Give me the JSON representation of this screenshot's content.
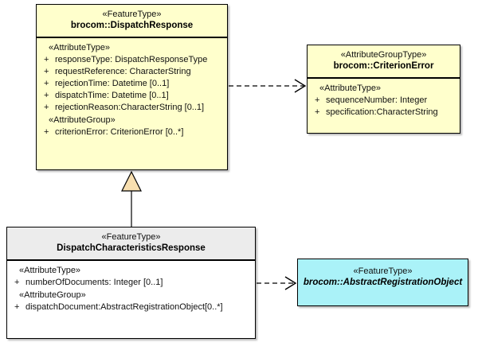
{
  "diagram": {
    "type": "uml-class-diagram",
    "background": "#ffffff"
  },
  "colors": {
    "feature_type_fill": "#ffffcc",
    "attribute_group_type_fill": "#ffffcc",
    "abstract_fill": "#aaf2f8",
    "subclass_header_fill": "#ececec",
    "subclass_body_fill": "#ffffff",
    "generalization_triangle_fill": "#f8dfb0",
    "line": "#000000"
  },
  "classes": {
    "dispatch_response": {
      "stereotype": "«FeatureType»",
      "name": "brocom::DispatchResponse",
      "compartments": [
        {
          "group_label": "«AttributeType»",
          "attributes": [
            {
              "visibility": "+",
              "text": "responseType: DispatchResponseType"
            },
            {
              "visibility": "+",
              "text": "requestReference: CharacterString"
            },
            {
              "visibility": "+",
              "text": "rejectionTime: Datetime [0..1]"
            },
            {
              "visibility": "+",
              "text": "dispatchTime: Datetime [0..1]"
            },
            {
              "visibility": "+",
              "text": "rejectionReason:CharacterString [0..1]"
            }
          ]
        },
        {
          "group_label": "«AttributeGroup»",
          "attributes": [
            {
              "visibility": "+",
              "text": "criterionError: CriterionError [0..*]"
            }
          ]
        }
      ]
    },
    "criterion_error": {
      "stereotype": "«AttributeGroupType»",
      "name": "brocom::CriterionError",
      "compartments": [
        {
          "group_label": "«AttributeType»",
          "attributes": [
            {
              "visibility": "+",
              "text": "sequenceNumber: Integer"
            },
            {
              "visibility": "+",
              "text": "specification:CharacterString"
            }
          ]
        }
      ]
    },
    "dispatch_characteristics_response": {
      "stereotype": "«FeatureType»",
      "name": "DispatchCharacteristicsResponse",
      "compartments": [
        {
          "group_label": "«AttributeType»",
          "attributes": [
            {
              "visibility": "+",
              "text": "numberOfDocuments: Integer [0..1]"
            }
          ]
        },
        {
          "group_label": "«AttributeGroup»",
          "attributes": [
            {
              "visibility": "+",
              "text": "dispatchDocument:AbstractRegistrationObject[0..*]"
            }
          ]
        }
      ]
    },
    "abstract_registration_object": {
      "stereotype": "«FeatureType»",
      "name": "brocom::AbstractRegistrationObject",
      "compartments": []
    }
  },
  "relationships": [
    {
      "kind": "dependency",
      "style": "dashed-open-arrow",
      "from": "dispatch_response",
      "to": "criterion_error"
    },
    {
      "kind": "generalization",
      "style": "solid-hollow-triangle",
      "from": "dispatch_characteristics_response",
      "to": "dispatch_response"
    },
    {
      "kind": "dependency",
      "style": "dashed-open-arrow",
      "from": "dispatch_characteristics_response",
      "to": "abstract_registration_object"
    }
  ]
}
